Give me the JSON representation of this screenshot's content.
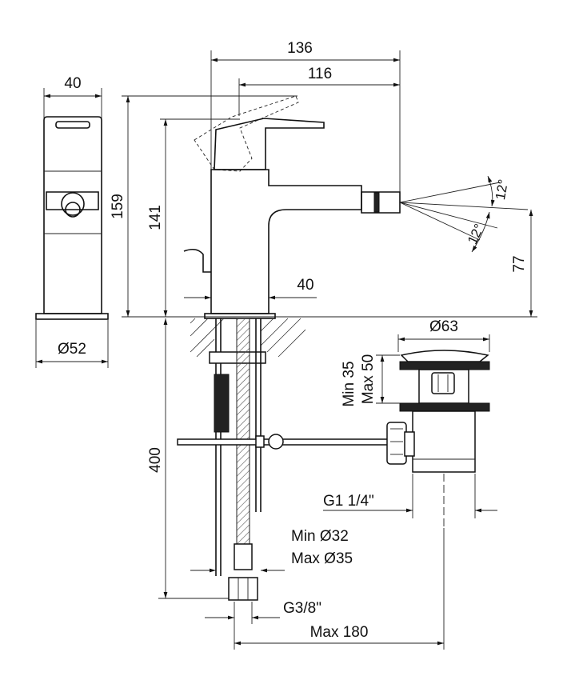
{
  "dimensions": {
    "side_width": "40",
    "base_diameter": "Ø52",
    "overall_length": "136",
    "spout_reach": "116",
    "total_height": "159",
    "body_height": "141",
    "nozzle_height": "77",
    "angle_up": "12°",
    "angle_down": "12°",
    "base_offset": "40",
    "flexible_length": "400",
    "waste_diameter": "Ø63",
    "plug_min": "Min 35",
    "plug_max": "Max 50",
    "waste_thread": "G1 1/4\"",
    "hole_min": "Min Ø32",
    "hole_max": "Max Ø35",
    "supply_thread": "G3/8\"",
    "max_distance": "Max 180"
  }
}
